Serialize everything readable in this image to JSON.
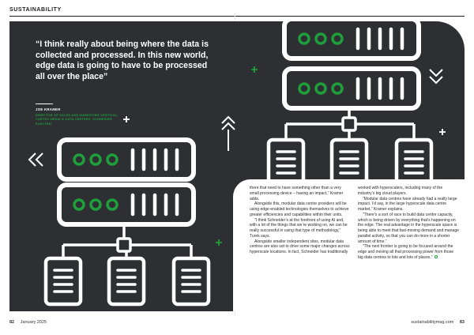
{
  "header": {
    "section": "SUSTAINABILITY"
  },
  "pull_quote": {
    "text": "“I think really about being where the data is collected and processed. In this new world, edge data is going to have to be processed all over the place”",
    "author": "JOE KRAMER",
    "author_title": "DIRECTOR OF SALES AND MARKETING VERTICAL, VORTEX MEDIA & DATA CENTERS, SCHNEIDER ELECTRIC"
  },
  "article": {
    "col1": [
      "there that need to have something other than a very small processing device – having an impact,” Kramer adds.",
      "Alongside this, modular data centre providers will be using edge-enabled technologies themselves to achieve greater efficiencies and capabilities within their units.",
      "“I think Schneider’s at the forefront of using AI and, with a lot of the things that we’re working on, we can be really successful in using that type of methodology,” Turek says.",
      "Alongside smaller independent sites, modular data centres are also set to drive some major changes across hyperscale locations. In fact, Schneider has traditionally"
    ],
    "col2": [
      "worked with hyperscalers, including many of the industry’s big cloud players.",
      "“Modular data centres have already had a really large impact. I’d say, in the large hyperscale data centre market,” Kramer explains.",
      "“There’s a sort of race to build data centre capacity, which is being driven by everything that’s happening on the edge. The real advantage in the hyperscale space is being able to meet that fast-moving demand and manage parallel activity, so that you can do more in a shorter amount of time.”",
      "“The next frontier is going to be focused around the edge and moving all that processing power from those big data centres to lots and lots of places.”"
    ]
  },
  "footer": {
    "left_page": "82",
    "left_date": "January 2025",
    "right_site": "sustainabilitymag.com",
    "right_page": "83"
  },
  "colors": {
    "panel": "#2d2f33",
    "accent_green": "#1f9e3c",
    "text": "#2a2a2a"
  },
  "illustration": {
    "icons": [
      "server-rack-icon",
      "document-icon",
      "network-hub-icon",
      "chevron-icon",
      "plus-icon"
    ]
  }
}
